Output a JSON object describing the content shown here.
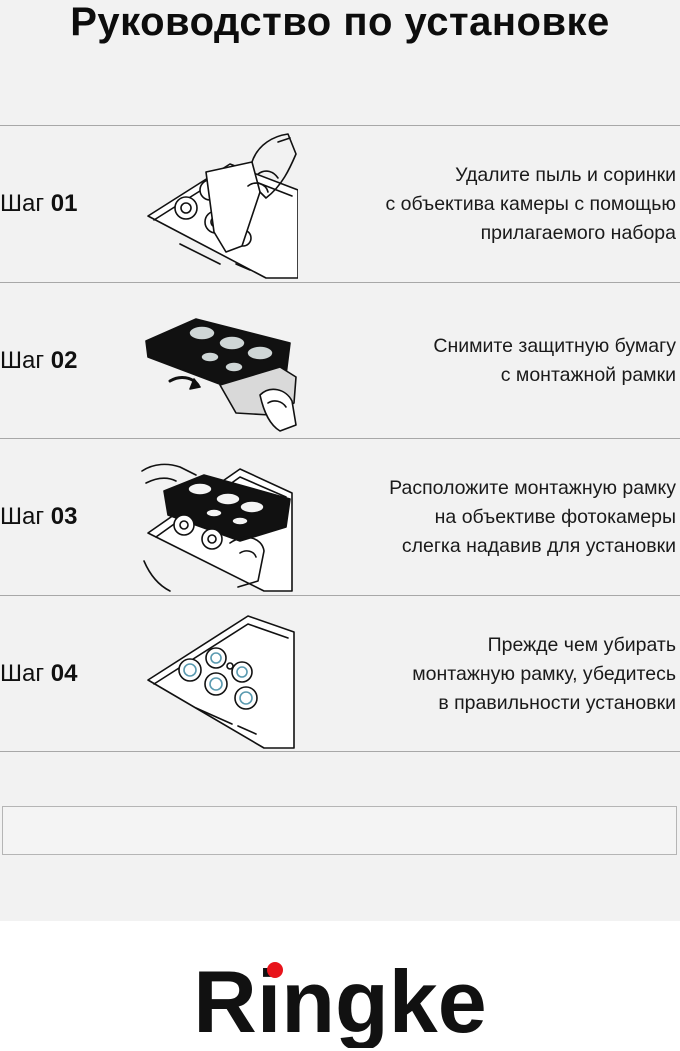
{
  "header": {
    "title": "Руководство по установке"
  },
  "steps": [
    {
      "prefix": "Шаг",
      "number": "01",
      "lines": [
        "Удалите пыль и соринки",
        "с объектива камеры с помощью",
        "прилагаемого набора"
      ]
    },
    {
      "prefix": "Шаг",
      "number": "02",
      "lines": [
        "Снимите защитную бумагу",
        "с монтажной рамки"
      ]
    },
    {
      "prefix": "Шаг",
      "number": "03",
      "lines": [
        "Расположите монтажную рамку",
        "на объективе фотокамеры",
        "слегка надавив для установки"
      ]
    },
    {
      "prefix": "Шаг",
      "number": "04",
      "lines": [
        "Прежде чем убирать",
        "монтажную рамку, убедитесь",
        "в правильности установки"
      ]
    }
  ],
  "brand": {
    "name": "Ringke",
    "text_color": "#111111",
    "accent_color": "#e8141b"
  },
  "colors": {
    "panel_bg": "#f2f2f2",
    "rule": "#a8a8a8"
  }
}
